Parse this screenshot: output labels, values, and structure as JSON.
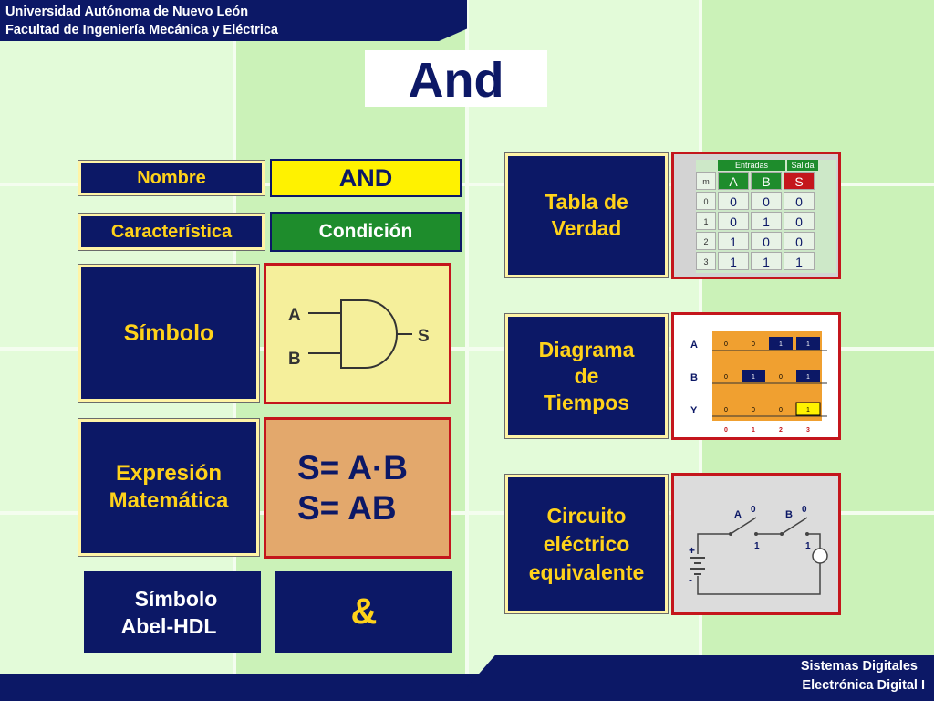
{
  "header": {
    "line1": "Universidad Autónoma de Nuevo León",
    "line2": "Facultad de Ingeniería Mecánica y Eléctrica"
  },
  "footer": {
    "line1": "Sistemas Digitales",
    "line2": "Electrónica Digital I"
  },
  "title": "And",
  "left": {
    "nombre_label": "Nombre",
    "nombre_value": "AND",
    "caracteristica_label": "Característica",
    "caracteristica_value": "Condición",
    "simbolo_label": "Símbolo",
    "symbol": {
      "input_a": "A",
      "input_b": "B",
      "output": "S"
    },
    "expresion_label_1": "Expresión",
    "expresion_label_2": "Matemática",
    "expr_1": "S= A·B",
    "expr_2": "S= AB",
    "abel_label_1": "Símbolo",
    "abel_label_2": "Abel-HDL",
    "abel_value": "&"
  },
  "right": {
    "tabla_label_1": "Tabla de",
    "tabla_label_2": "Verdad",
    "truth_table": {
      "group_inputs": "Entradas",
      "group_output": "Salida",
      "headers": [
        "m",
        "A",
        "B",
        "S"
      ],
      "rows": [
        [
          "0",
          "0",
          "0",
          "0"
        ],
        [
          "1",
          "0",
          "1",
          "0"
        ],
        [
          "2",
          "1",
          "0",
          "0"
        ],
        [
          "3",
          "1",
          "1",
          "1"
        ]
      ]
    },
    "diagrama_label_1": "Diagrama",
    "diagrama_label_2": "de",
    "diagrama_label_3": "Tiempos",
    "timing": {
      "signals": [
        "A",
        "B",
        "Y"
      ],
      "A": [
        "0",
        "0",
        "1",
        "1"
      ],
      "B": [
        "0",
        "1",
        "0",
        "1"
      ],
      "Y": [
        "0",
        "0",
        "0",
        "1"
      ],
      "steps": [
        "0",
        "1",
        "2",
        "3"
      ]
    },
    "circuito_label_1": "Circuito",
    "circuito_label_2": "eléctrico",
    "circuito_label_3": "equivalente",
    "circuit": {
      "switch_a": "A",
      "switch_b": "B",
      "off": "0",
      "on": "1",
      "plus": "+",
      "minus": "-"
    }
  },
  "colors": {
    "navy": "#0c1866",
    "yellow_text": "#ffd21a",
    "and_box": "#fff200",
    "condicion_box": "#1e8c2c",
    "symbol_panel": "#f5ef9b",
    "expr_panel": "#e3a86c",
    "panel_border": "#c4161c"
  }
}
